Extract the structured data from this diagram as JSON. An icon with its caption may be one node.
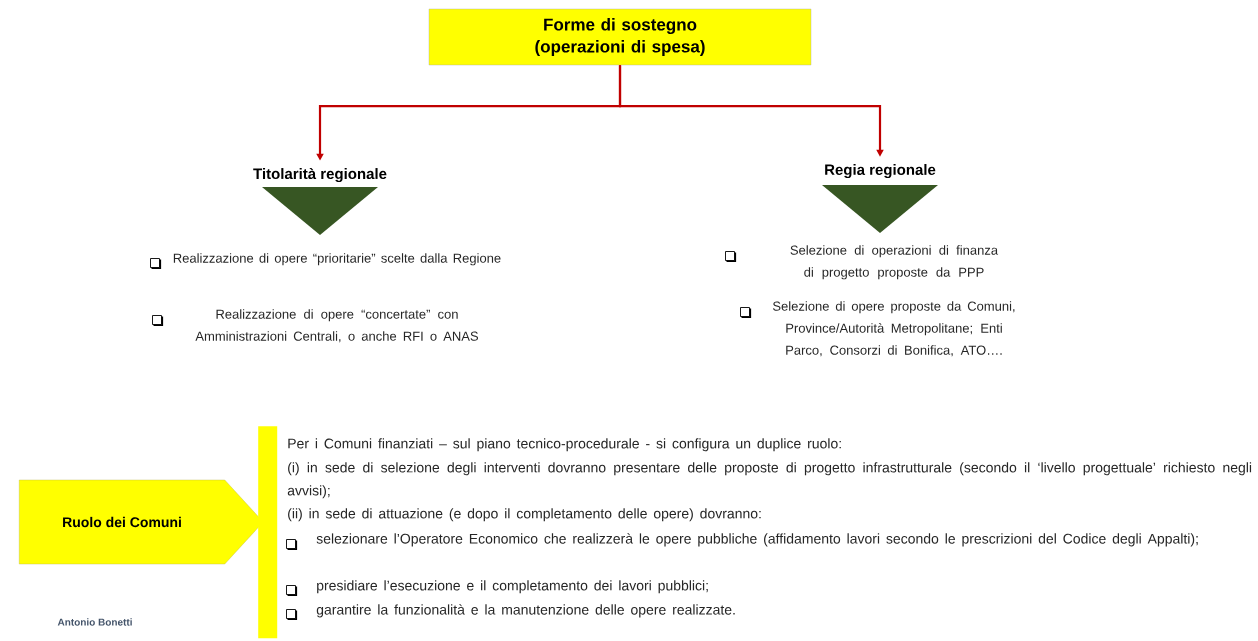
{
  "diagram": {
    "nodes": [
      {
        "text": [
          "Forme di sostegno (operazioni di spesa)"
        ]
      },
      {
        "text": [
          "Titolarità regionale"
        ]
      },
      {
        "text": [
          "Regia regionale"
        ]
      },
      {
        "text": [
          "Ruolo dei Comuni"
        ]
      },
      {
        "text": [],
        "shape": "triangle"
      },
      {
        "text": [],
        "shape": "triangle"
      },
      {
        "text": [],
        "shape": "bar"
      }
    ],
    "edges": [
      {
        "from": 0,
        "to": 1,
        "arrow": "to"
      },
      {
        "from": 0,
        "to": 2,
        "arrow": "to"
      }
    ],
    "labels": [
      "Realizzazione di opere “prioritarie” scelte dalla Regione",
      "Realizzazione di opere “concertate” con Amministrazioni Centrali, o anche RFI o ANAS",
      "Selezione di operazioni di finanza di progetto proposte da PPP",
      "Selezione di opere proposte da Comuni, Province/Autorità Metropolitane; Enti Parco, Consorzi di Bonifica, ATO….",
      "Per i Comuni finanziati – sul piano tecnico-procedurale - si configura un duplice ruolo:",
      "(i) in sede di selezione degli interventi dovranno presentare delle proposte di progetto infrastrutturale (secondo il ‘livello progettuale’ richiesto negli avvisi);",
      "(ii) in sede di attuazione (e dopo il completamento delle opere) dovranno:",
      "selezionare l’Operatore Economico che realizzerà le opere pubbliche (affidamento lavori secondo le prescrizioni del Codice degli Appalti);",
      "presidiare l’esecuzione e il completamento dei lavori pubblici;",
      "garantire la funzionalità e la manutenzione delle opere realizzate.",
      "Antonio Bonetti"
    ]
  }
}
